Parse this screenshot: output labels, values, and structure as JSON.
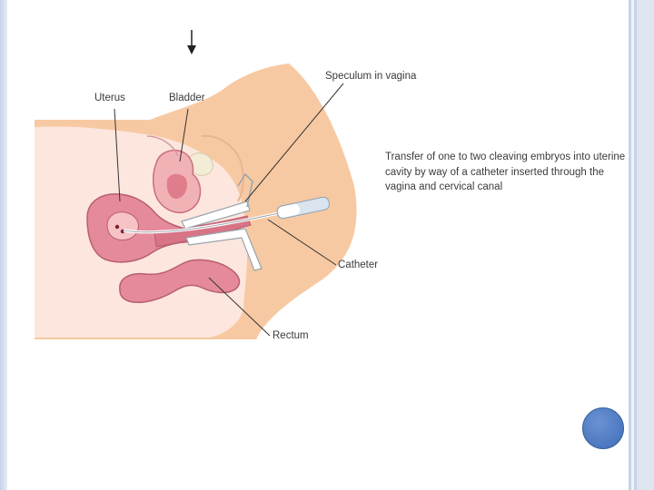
{
  "labels": {
    "uterus": "Uterus",
    "bladder": "Bladder",
    "speculum": "Speculum in vagina",
    "catheter": "Catheter",
    "rectum": "Rectum"
  },
  "caption": "Transfer of one to two cleaving embryos into uterine cavity by way of a catheter inserted through the vagina and cervical canal",
  "colors": {
    "skin": "#f7c9a2",
    "uterus": "#e58a9a",
    "tissue_light": "#fbe2df",
    "nav_circle": "#4a78c2",
    "border": "#c7d4e7"
  },
  "icons": [
    "down-arrow-icon",
    "nav-circle-icon"
  ]
}
